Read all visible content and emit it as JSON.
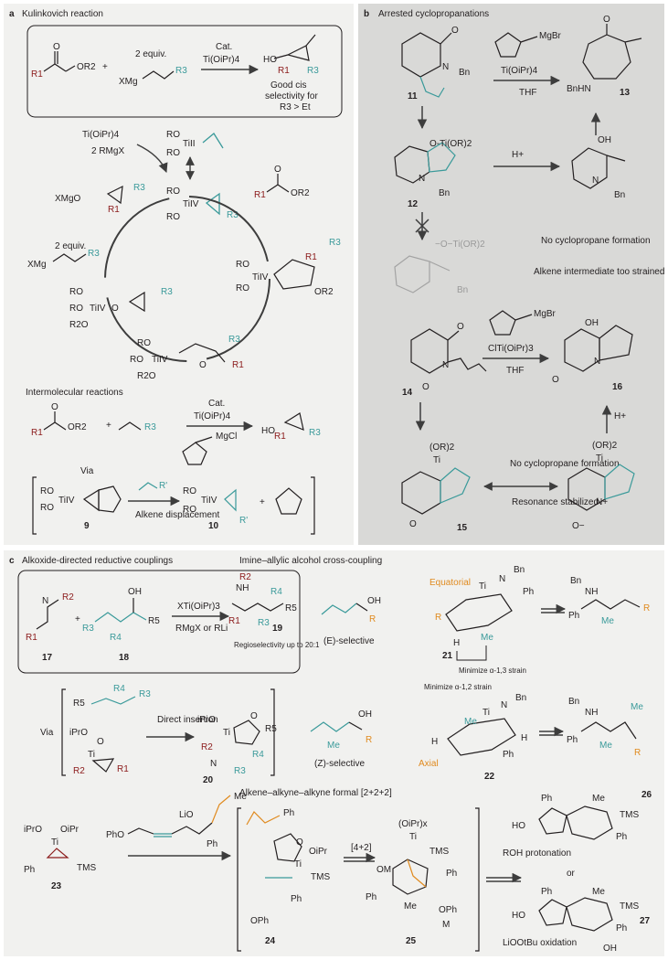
{
  "colors": {
    "panel_bg": "#f1f1ef",
    "panel_bg_b": "#d9d9d7",
    "bond": "#231f20",
    "red": "#8b1a1a",
    "teal": "#3a9a9a",
    "grey": "#a3a3a3",
    "orange": "#e08a1e"
  },
  "panel_a": {
    "letter": "a",
    "title": "Kulinkovich reaction",
    "scheme": {
      "equiv": "2 equiv.",
      "cat": "Cat.",
      "catalyst": "Ti(OiPr)4",
      "ester_or2": "OR2",
      "ester_r1": "R1",
      "grignard": "XMg",
      "r3": "R3",
      "ho": "HO",
      "selectivity_1": "Good cis",
      "selectivity_2": "selectivity for",
      "selectivity_3": "R3 > Et"
    },
    "cycle": {
      "ti_reagent": "Ti(OiPr)4",
      "rmgx": "2 RMgX",
      "ti_ii": "TiII",
      "ti_iv": "TiIV",
      "ro": "RO",
      "r2o": "R2O",
      "xmgo": "XMgO",
      "equiv": "2 equiv.",
      "or2": "OR2",
      "r1": "R1",
      "r3": "R3"
    },
    "intermolecular": {
      "title": "Intermolecular reactions",
      "cat": "Cat.",
      "catalyst": "Ti(OiPr)4",
      "reagent": "MgCl",
      "ho": "HO",
      "via": "Via",
      "label_9": "9",
      "label_10": "10",
      "step": "Alkene displacement",
      "r_prime": "R'"
    }
  },
  "panel_b": {
    "letter": "b",
    "title": "Arrested cyclopropanations",
    "reagent_top": "MgBr",
    "reagent_top_2": "Ti(OiPr)4",
    "solvent": "THF",
    "label_11": "11",
    "label_12": "12",
    "label_13": "13",
    "label_14": "14",
    "label_15": "15",
    "label_16": "16",
    "bn": "Bn",
    "bnhn": "BnHN",
    "oti": "O-Ti(OR)2",
    "h_plus": "H+",
    "note_1": "No cyclopropane formation",
    "note_2": "Alkene intermediate too strained",
    "reagent_mid": "MgBr",
    "reagent_mid_2": "ClTi(OiPr)3",
    "note_3": "No cyclopropane formation",
    "note_4": "Resonance stabilized",
    "or2": "(OR)2",
    "oh": "OH"
  },
  "panel_c": {
    "letter": "c",
    "title": "Alkoxide-directed reductive couplings",
    "box": {
      "reagent_1": "XTi(OiPr)3",
      "reagent_2": "RMgX or RLi",
      "label_17": "17",
      "label_18": "18",
      "label_19": "19",
      "selectivity": "Regioselectivity up to 20:1"
    },
    "imine_title": "Imine–allylic alcohol cross-coupling",
    "e_selective": "(E)-selective",
    "z_selective": "(Z)-selective",
    "equatorial": "Equatorial",
    "axial": "Axial",
    "minimize_13": "Minimize α-1,3 strain",
    "minimize_12": "Minimize α-1,2 strain",
    "label_20": "20",
    "label_21": "21",
    "label_22": "22",
    "via": "Via",
    "direct_insertion": "Direct insertion",
    "alkyne_title": "Alkene–alkyne–alkyne formal [2+2+2]",
    "step_42": "[4+2]",
    "label_23": "23",
    "label_24": "24",
    "label_25": "25",
    "label_26": "26",
    "label_27": "27",
    "roh": "ROH protonation",
    "or_word": "or",
    "oxidation": "LiOOtBu oxidation",
    "tms": "TMS",
    "ph": "Ph",
    "bn": "Bn",
    "me": "Me"
  }
}
